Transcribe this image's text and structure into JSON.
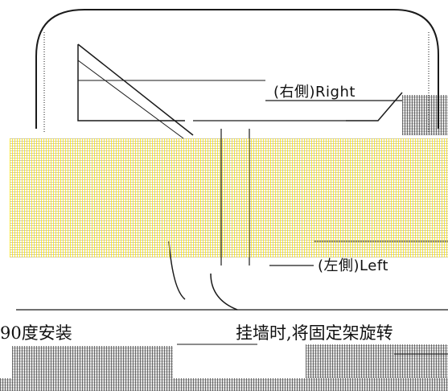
{
  "labels": {
    "right": "(右側)Right",
    "left": "(左側)Left"
  },
  "captions": {
    "left": "90度安装",
    "right": "挂墙时,将固定架旋转"
  },
  "colors": {
    "line": "#1a1a1a",
    "highlight": "#ffe600",
    "background": "#ffffff"
  }
}
